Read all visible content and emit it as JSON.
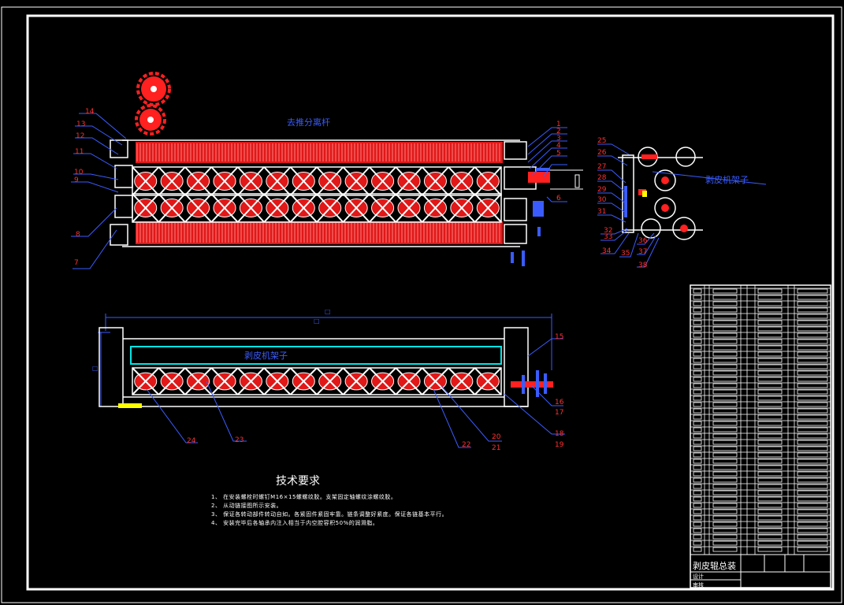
{
  "drawing": {
    "labels": {
      "top_view_title": "去推分离杆",
      "side_view_label": "剥皮机架子",
      "front_view_label": "剥皮机架子",
      "title_block_name": "剥皮辊总装"
    },
    "part_numbers": {
      "top_left": [
        "14",
        "13",
        "12",
        "11",
        "10",
        "9",
        "8",
        "7"
      ],
      "top_right": [
        "1",
        "2",
        "3",
        "4",
        "5",
        "6"
      ],
      "side": [
        "25",
        "26",
        "27",
        "28",
        "29",
        "30",
        "31",
        "32",
        "33",
        "34",
        "35",
        "36",
        "37",
        "38"
      ],
      "front": [
        "15",
        "16",
        "17",
        "18",
        "19",
        "20",
        "21",
        "22",
        "23",
        "24"
      ]
    },
    "tech_requirements": {
      "heading": "技术要求",
      "items": [
        "1、 在安装螺栓时螺钉M16×15螺螺纹胶。支架固定轴螺纹涂螺纹胶。",
        "2、 从动链接图所示安装。",
        "3、 保证各转动部件转动自如。各紧固件紧固牢靠。链条调整好紧度。保证各链基本平行。",
        "4、 安装完毕后各轴承内注入相当于内空腔容积50%的润滑脂。"
      ]
    },
    "title_block": {
      "design_label": "设计",
      "review_label": "审核"
    },
    "colors": {
      "background": "#000000",
      "frame": "#ffffff",
      "roller": "#ff2a2a",
      "leader": "#1a3cff",
      "label_text": "#ff3030",
      "accent_cyan": "#00e5e5",
      "accent_yellow": "#ffff00"
    }
  }
}
